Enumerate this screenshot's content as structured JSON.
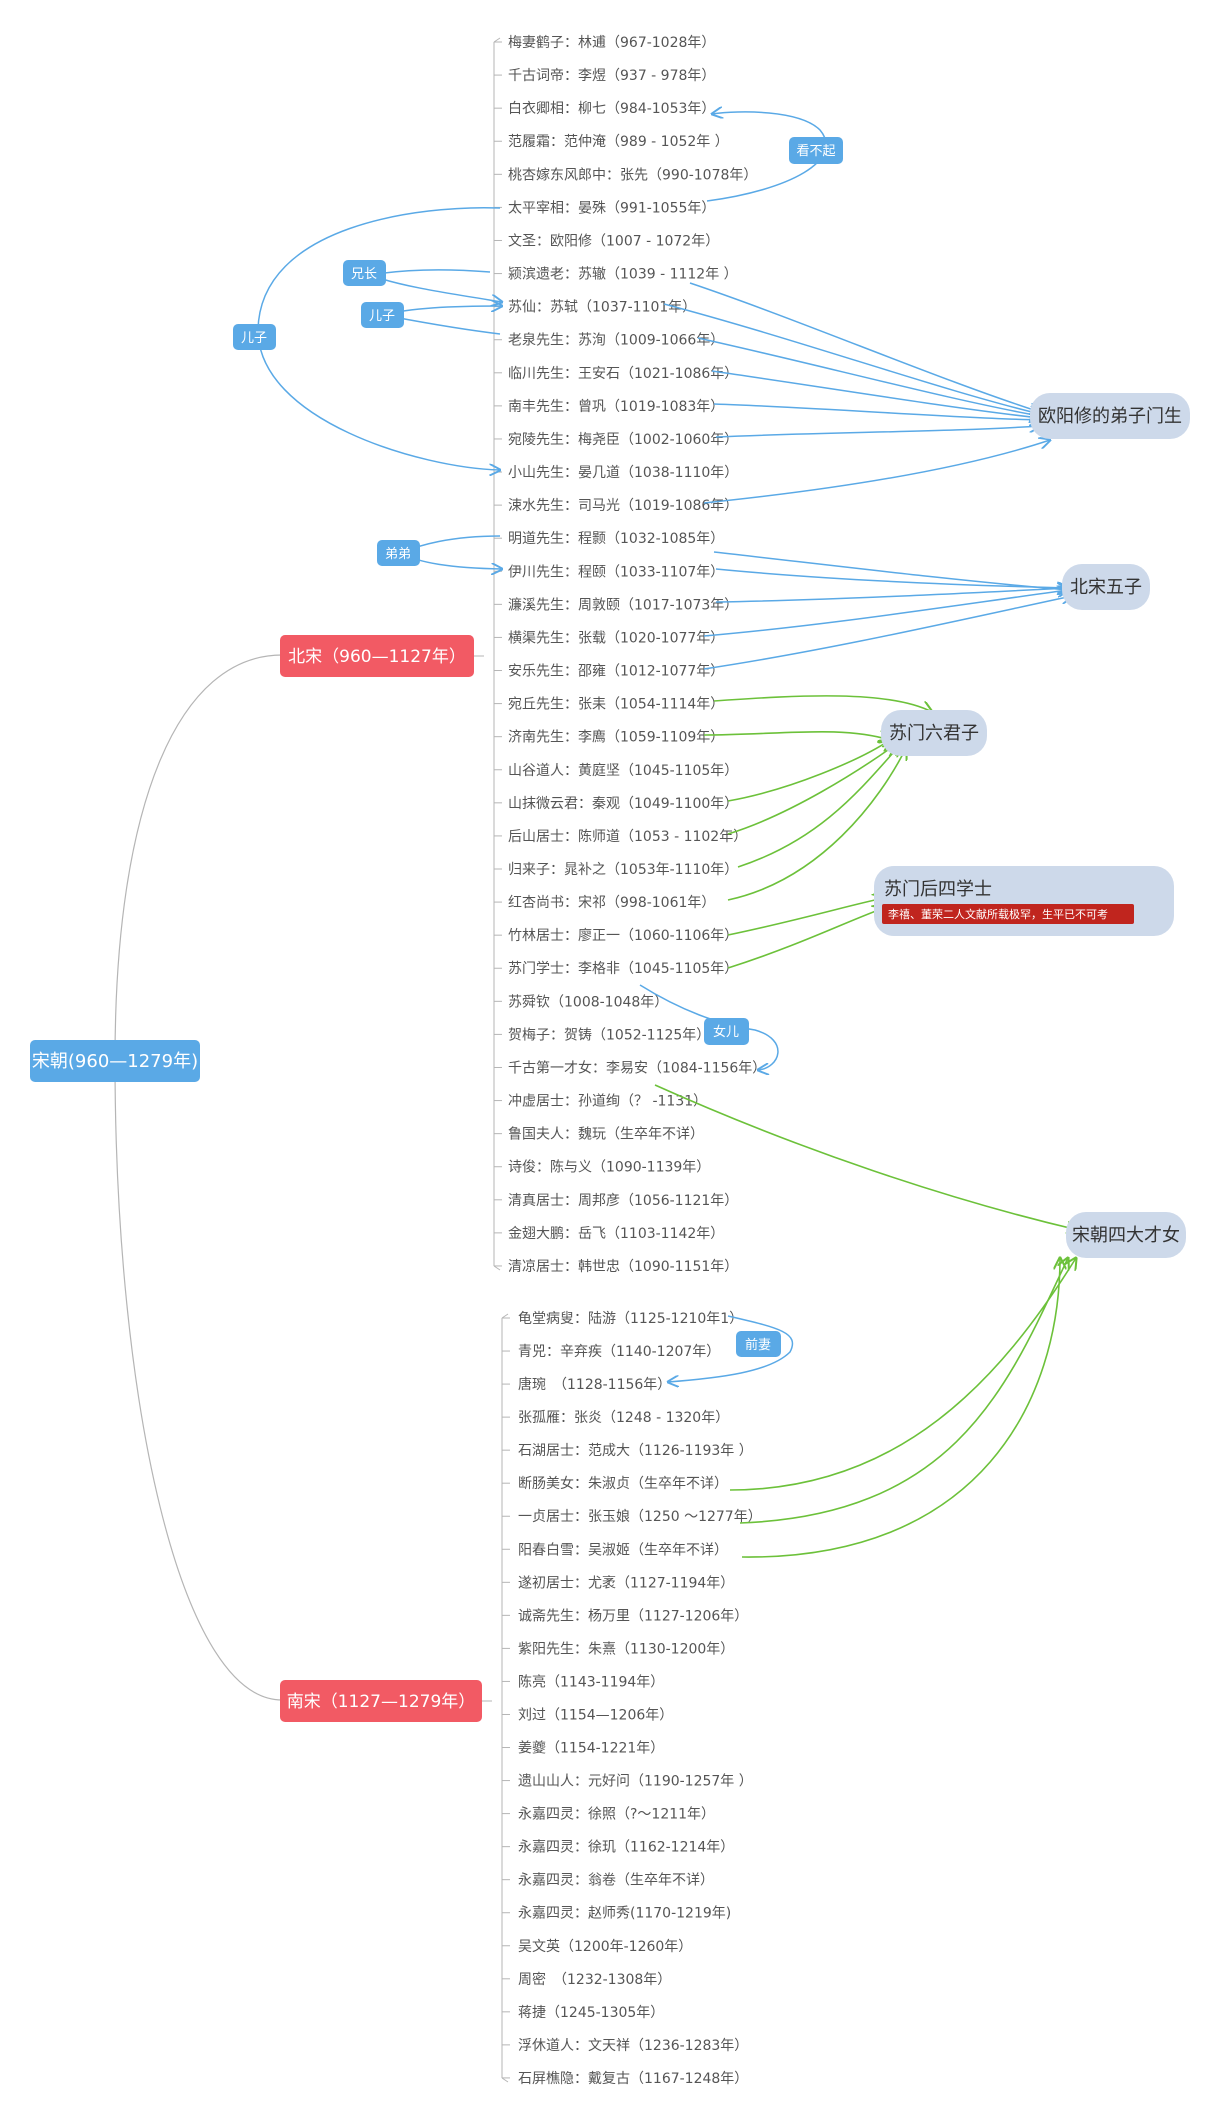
{
  "root": {
    "label": "宋朝(960—1279年)"
  },
  "north": {
    "label": "北宋（960—1127年）",
    "items": [
      "梅妻鹤子：林逋（967-1028年）",
      "千古词帝：李煜（937 - 978年）",
      "白衣卿相：柳七（984-1053年）",
      "范履霜：范仲淹（989 - 1052年 ）",
      "桃杏嫁东风郎中：张先（990-1078年）",
      "太平宰相：晏殊（991-1055年）",
      "文圣：欧阳修（1007 - 1072年）",
      "颍滨遗老：苏辙（1039 - 1112年 ）",
      "苏仙：苏轼（1037-1101年）",
      "老泉先生：苏洵（1009-1066年）",
      "临川先生：王安石（1021-1086年）",
      "南丰先生：曾巩（1019-1083年）",
      "宛陵先生：梅尧臣（1002-1060年）",
      "小山先生：晏几道（1038-1110年）",
      "涑水先生：司马光（1019-1086年）",
      "明道先生：程颢（1032-1085年）",
      "伊川先生：程颐（1033-1107年）",
      "濂溪先生：周敦颐（1017-1073年）",
      "横渠先生：张载（1020-1077年）",
      "安乐先生：邵雍（1012-1077年）",
      "宛丘先生：张耒（1054-1114年）",
      "济南先生：李廌（1059-1109年）",
      "山谷道人：黄庭坚（1045-1105年）",
      "山抹微云君：秦观（1049-1100年）",
      "后山居士：陈师道（1053 - 1102年）",
      "归来子：晁补之（1053年-1110年）",
      "红杏尚书：宋祁（998-1061年）",
      "竹林居士：廖正一（1060-1106年）",
      "苏门学士：李格非（1045-1105年）",
      "苏舜钦（1008-1048年）",
      "贺梅子：贺铸（1052-1125年）",
      "千古第一才女：李易安（1084-1156年）",
      "冲虚居士：孙道绚（？ -1131）",
      "鲁国夫人：魏玩（生卒年不详）",
      "诗俊：陈与义（1090-1139年）",
      "清真居士：周邦彦（1056-1121年）",
      "金翅大鹏：岳飞（1103-1142年）",
      "清凉居士：韩世忠（1090-1151年）"
    ]
  },
  "south": {
    "label": "南宋（1127—1279年）",
    "items": [
      "龟堂病叟：陆游（1125-1210年1）",
      "青兕：辛弃疾（1140-1207年）",
      "唐琬　（1128-1156年）",
      "张孤雁：张炎（1248 - 1320年）",
      "石湖居士：范成大（1126-1193年 ）",
      "断肠美女：朱淑贞（生卒年不详）",
      "一贞居士：张玉娘（1250 ～1277年）",
      "阳春白雪：吴淑姬（生卒年不详）",
      "遂初居士：尤袤（1127-1194年）",
      "诚斋先生：杨万里（1127-1206年）",
      "紫阳先生：朱熹（1130-1200年）",
      "陈亮（1143-1194年）",
      "刘过（1154—1206年）",
      "姜夔（1154-1221年）",
      "遗山山人：元好问（1190-1257年 ）",
      "永嘉四灵：徐照（?～1211年）",
      "永嘉四灵：徐玑（1162-1214年）",
      "永嘉四灵：翁卷（生卒年不详）",
      "永嘉四灵：赵师秀(1170-1219年)",
      "吴文英（1200年-1260年）",
      "周密　（1232-1308年）",
      "蒋捷（1245-1305年）",
      "浮休道人：文天祥（1236-1283年）",
      "石屏樵隐：戴复古（1167-1248年）"
    ]
  },
  "groups": {
    "ouyang": "欧阳修的弟子门生",
    "five": "北宋五子",
    "six": "苏门六君子",
    "four_scholars": "苏门后四学士",
    "four_scholars_note": "李禧、董荣二人文献所载极罕，生平已不可考",
    "four_talents": "宋朝四大才女"
  },
  "relations": {
    "kanbuqi": "看不起",
    "xiongzhang": "兄长",
    "erzi_small": "儿子",
    "erzi_big": "儿子",
    "didi": "弟弟",
    "nver": "女儿",
    "qianqi": "前妻"
  },
  "colors": {
    "root": "#5aa9e6",
    "era": "#f25a64",
    "group_bubble": "#cdd9ea",
    "relation_tag": "#5aa9e6",
    "blue_link": "#5aa9e6",
    "green_link": "#6cc13a",
    "note_bg": "#c0251e"
  }
}
